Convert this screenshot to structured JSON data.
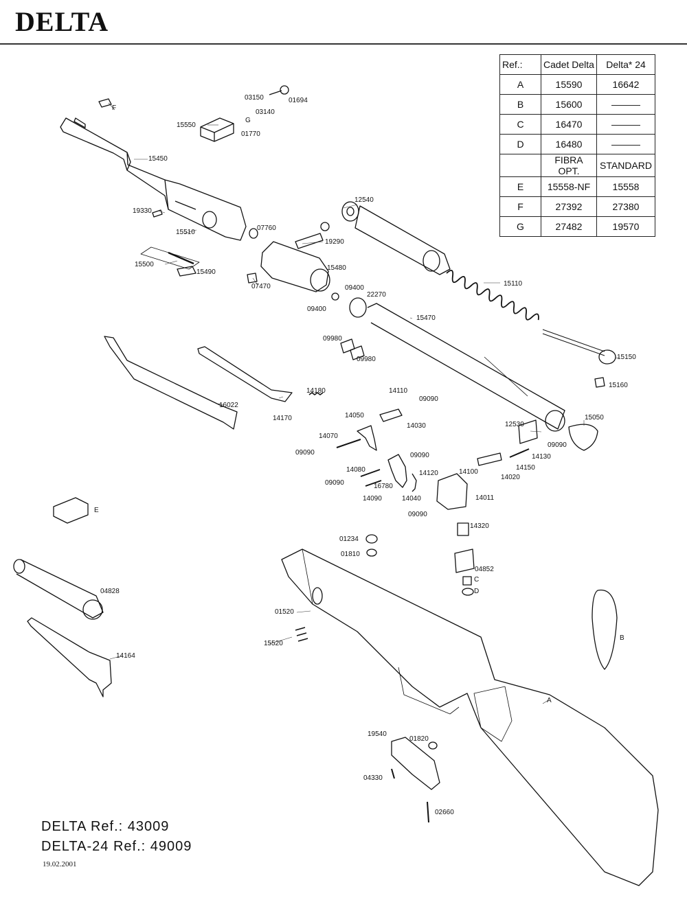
{
  "title": "DELTA",
  "table": {
    "header": [
      "Ref.:",
      "Cadet Delta",
      "Delta* 24"
    ],
    "rows": [
      {
        "ref": "A",
        "c1": "15590",
        "c2": "16642"
      },
      {
        "ref": "B",
        "c1": "15600",
        "c2": "———"
      },
      {
        "ref": "C",
        "c1": "16470",
        "c2": "———"
      },
      {
        "ref": "D",
        "c1": "16480",
        "c2": "———"
      }
    ],
    "subheader": [
      "",
      "FIBRA OPT.",
      "STANDARD"
    ],
    "rows2": [
      {
        "ref": "E",
        "c1": "15558-NF",
        "c2": "15558"
      },
      {
        "ref": "F",
        "c1": "27392",
        "c2": "27380"
      },
      {
        "ref": "G",
        "c1": "27482",
        "c2": "19570"
      }
    ]
  },
  "parts": [
    {
      "id": "F",
      "t": "F"
    },
    {
      "id": "03150",
      "t": "03150"
    },
    {
      "id": "01694",
      "t": "01694"
    },
    {
      "id": "03140",
      "t": "03140"
    },
    {
      "id": "G",
      "t": "G"
    },
    {
      "id": "15550",
      "t": "15550"
    },
    {
      "id": "01770",
      "t": "01770"
    },
    {
      "id": "15450",
      "t": "15450"
    },
    {
      "id": "19330",
      "t": "19330"
    },
    {
      "id": "15510",
      "t": "15510"
    },
    {
      "id": "07760",
      "t": "07760"
    },
    {
      "id": "15500",
      "t": "15500"
    },
    {
      "id": "15490",
      "t": "15490"
    },
    {
      "id": "19290",
      "t": "19290"
    },
    {
      "id": "15480",
      "t": "15480"
    },
    {
      "id": "07470",
      "t": "07470"
    },
    {
      "id": "09400a",
      "t": "09400"
    },
    {
      "id": "09400b",
      "t": "09400"
    },
    {
      "id": "22270",
      "t": "22270"
    },
    {
      "id": "12540",
      "t": "12540"
    },
    {
      "id": "15110",
      "t": "15110"
    },
    {
      "id": "15470",
      "t": "15470"
    },
    {
      "id": "09980a",
      "t": "09980"
    },
    {
      "id": "09980b",
      "t": "09980"
    },
    {
      "id": "15150",
      "t": "15150"
    },
    {
      "id": "15160",
      "t": "15160"
    },
    {
      "id": "16022",
      "t": "16022"
    },
    {
      "id": "14170",
      "t": "14170"
    },
    {
      "id": "14180",
      "t": "14180"
    },
    {
      "id": "14110",
      "t": "14110"
    },
    {
      "id": "09090a",
      "t": "09090"
    },
    {
      "id": "14050",
      "t": "14050"
    },
    {
      "id": "14030",
      "t": "14030"
    },
    {
      "id": "14070",
      "t": "14070"
    },
    {
      "id": "09090b",
      "t": "09090"
    },
    {
      "id": "12530",
      "t": "12530"
    },
    {
      "id": "15050",
      "t": "15050"
    },
    {
      "id": "09090c",
      "t": "09090"
    },
    {
      "id": "14130",
      "t": "14130"
    },
    {
      "id": "14150",
      "t": "14150"
    },
    {
      "id": "09090d",
      "t": "09090"
    },
    {
      "id": "14080",
      "t": "14080"
    },
    {
      "id": "14120",
      "t": "14120"
    },
    {
      "id": "14100",
      "t": "14100"
    },
    {
      "id": "14020",
      "t": "14020"
    },
    {
      "id": "09090e",
      "t": "09090"
    },
    {
      "id": "16780",
      "t": "16780"
    },
    {
      "id": "14090",
      "t": "14090"
    },
    {
      "id": "14040",
      "t": "14040"
    },
    {
      "id": "14011",
      "t": "14011"
    },
    {
      "id": "09090f",
      "t": "09090"
    },
    {
      "id": "E",
      "t": "E"
    },
    {
      "id": "14320",
      "t": "14320"
    },
    {
      "id": "01234",
      "t": "01234"
    },
    {
      "id": "01810",
      "t": "01810"
    },
    {
      "id": "04852",
      "t": "04852"
    },
    {
      "id": "C",
      "t": "C"
    },
    {
      "id": "D",
      "t": "D"
    },
    {
      "id": "04828",
      "t": "04828"
    },
    {
      "id": "01520",
      "t": "01520"
    },
    {
      "id": "15520",
      "t": "15520"
    },
    {
      "id": "B",
      "t": "B"
    },
    {
      "id": "14164",
      "t": "14164"
    },
    {
      "id": "A",
      "t": "A"
    },
    {
      "id": "19540",
      "t": "19540"
    },
    {
      "id": "01820",
      "t": "01820"
    },
    {
      "id": "04330",
      "t": "04330"
    },
    {
      "id": "02660",
      "t": "02660"
    }
  ],
  "footer": {
    "line1": "DELTA Ref.: 43009",
    "line2": "DELTA-24 Ref.: 49009",
    "date": "19.02.2001"
  }
}
